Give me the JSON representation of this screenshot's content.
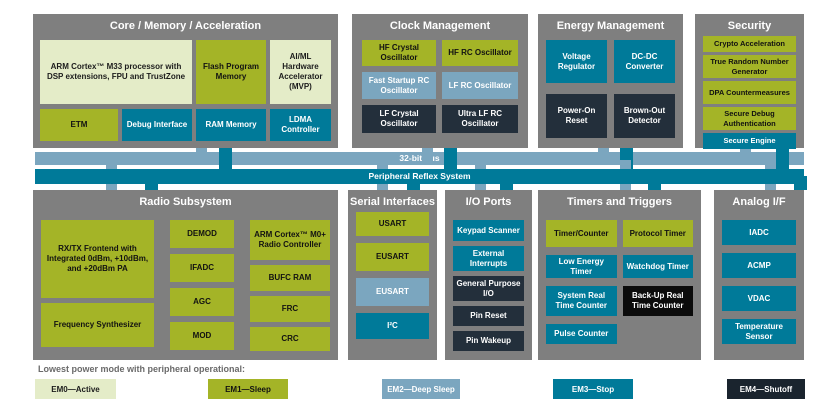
{
  "buses": {
    "bus32": "32-bit bus",
    "prs": "Peripheral Reflex System"
  },
  "sections": {
    "core": {
      "title": "Core / Memory / Acceleration",
      "blocks": {
        "cpu": "ARM Cortex™ M33 processor with DSP extensions, FPU and TrustZone",
        "flash": "Flash Program Memory",
        "aiml": "AI/ML Hardware Accelerator (MVP)",
        "etm": "ETM",
        "debug": "Debug Interface",
        "ram": "RAM Memory",
        "ldma": "LDMA Controller"
      }
    },
    "clock": {
      "title": "Clock Management",
      "blocks": {
        "hfxo": "HF Crystal Oscillator",
        "hfrco": "HF RC Oscillator",
        "fsrco": "Fast Startup RC Oscillator",
        "lfrco": "LF RC Oscillator",
        "lfxo": "LF Crystal Oscillator",
        "ulfrco": "Ultra LF RC Oscillator"
      }
    },
    "energy": {
      "title": "Energy Management",
      "blocks": {
        "vreg": "Voltage Regulator",
        "dcdc": "DC-DC Converter",
        "por": "Power-On Reset",
        "bod": "Brown-Out Detector"
      }
    },
    "security": {
      "title": "Security",
      "blocks": {
        "crypto": "Crypto Acceleration",
        "trng": "True Random Number Generator",
        "dpa": "DPA Countermeasures",
        "sdbg": "Secure Debug Authentication",
        "seng": "Secure Engine"
      }
    },
    "radio": {
      "title": "Radio Subsystem",
      "blocks": {
        "frontend": "RX/TX Frontend with Integrated 0dBm, +10dBm, and +20dBm PA",
        "synth": "Frequency Synthesizer",
        "demod": "DEMOD",
        "ifadc": "IFADC",
        "agc": "AGC",
        "mod": "MOD",
        "m0": "ARM Cortex™ M0+ Radio Controller",
        "bufc": "BUFC RAM",
        "frc": "FRC",
        "crc": "CRC"
      }
    },
    "serial": {
      "title": "Serial Interfaces",
      "blocks": {
        "usart": "USART",
        "eusart1": "EUSART",
        "eusart2": "EUSART",
        "i2c": "I²C"
      }
    },
    "io": {
      "title": "I/O Ports",
      "blocks": {
        "keypad": "Keypad Scanner",
        "extint": "External Interrupts",
        "gpio": "General Purpose I/O",
        "pinreset": "Pin Reset",
        "pinwake": "Pin Wakeup"
      }
    },
    "timers": {
      "title": "Timers and Triggers",
      "blocks": {
        "timer": "Timer/Counter",
        "protimer": "Protocol Timer",
        "letimer": "Low Energy Timer",
        "wdog": "Watchdog Timer",
        "sysrtc": "System Real Time Counter",
        "burtc": "Back-Up Real Time Counter",
        "pcnt": "Pulse Counter"
      }
    },
    "analog": {
      "title": "Analog I/F",
      "blocks": {
        "iadc": "IADC",
        "acmp": "ACMP",
        "vdac": "VDAC",
        "temp": "Temperature Sensor"
      }
    }
  },
  "legend": {
    "caption": "Lowest power mode with peripheral operational:",
    "em0": "EM0—Active",
    "em1": "EM1—Sleep",
    "em2": "EM2—Deep Sleep",
    "em3": "EM3—Stop",
    "em4": "EM4—Shutoff"
  },
  "colors": {
    "em0": "#e4ecc8",
    "em1": "#a4b427",
    "em2": "#7ba6bf",
    "em3": "#007a99",
    "em4": "#1a242e",
    "dark": "#232f3b",
    "black": "#0b0b0b",
    "gray": "#7f7f7f"
  }
}
